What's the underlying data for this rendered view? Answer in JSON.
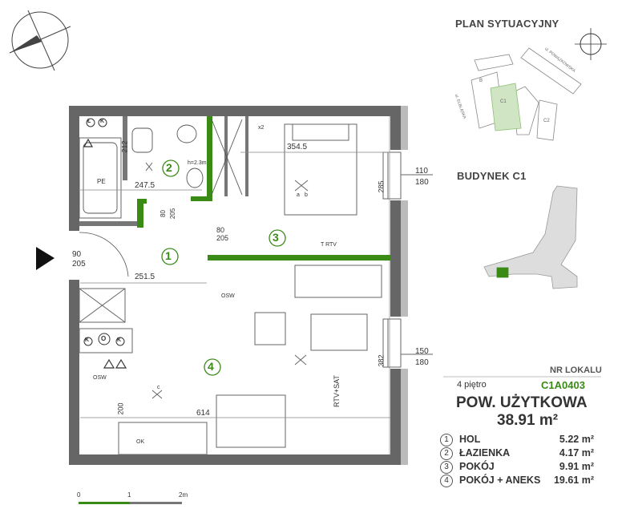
{
  "rooms": [
    {
      "num": "1",
      "name": "HOL",
      "area": "5.22",
      "unit": "m²"
    },
    {
      "num": "2",
      "name": "ŁAZIENKA",
      "area": "4.17",
      "unit": "m²"
    },
    {
      "num": "3",
      "name": "POKÓJ",
      "area": "9.91",
      "unit": "m²"
    },
    {
      "num": "4",
      "name": "POKÓJ + ANEKS",
      "area": "19.61",
      "unit": "m²"
    }
  ],
  "site_plan": {
    "title": "PLAN SYTUACYJNY",
    "street_a": "ul. POWĄZKOWSKA",
    "street_b": "ul. ELBLĄSKA",
    "b1": "B",
    "b2": "C1",
    "b3": "C2"
  },
  "building": {
    "title": "BUDYNEK C1"
  },
  "unit": {
    "nr_label": "NR LOKALU",
    "floor": "4 piętro",
    "code": "C1A0403",
    "area_title": "POW. UŻYTKOWA",
    "area_value": "38.91 m²"
  },
  "dims": {
    "d212": "212",
    "d247": "247.5",
    "d354": "354.5",
    "d285": "285",
    "d110": "110",
    "d180": "180",
    "d150": "150",
    "d180b": "180",
    "d382": "382",
    "d251": "251.5",
    "d614": "614",
    "d200": "200",
    "d90": "90",
    "d205": "205",
    "d80": "80",
    "d205b": "205",
    "d80b": "80",
    "d205c": "205"
  },
  "labels": {
    "l": "Ł",
    "k": "K",
    "o": "O",
    "k2": "K",
    "k3": "K",
    "pe": "PE",
    "osw": "OSW",
    "osw2": "OSW",
    "x2": "x2",
    "rtv": "RTV+SAT",
    "hint": "h=2.3m",
    "trtv": "T RTV",
    "a": "a",
    "b": "b",
    "c": "c",
    "ok": "OK"
  },
  "scale": {
    "s0": "0",
    "s1": "1",
    "s2": "2m"
  },
  "colors": {
    "wall": "#555555",
    "accent": "#3a8a16",
    "text": "#333333"
  }
}
